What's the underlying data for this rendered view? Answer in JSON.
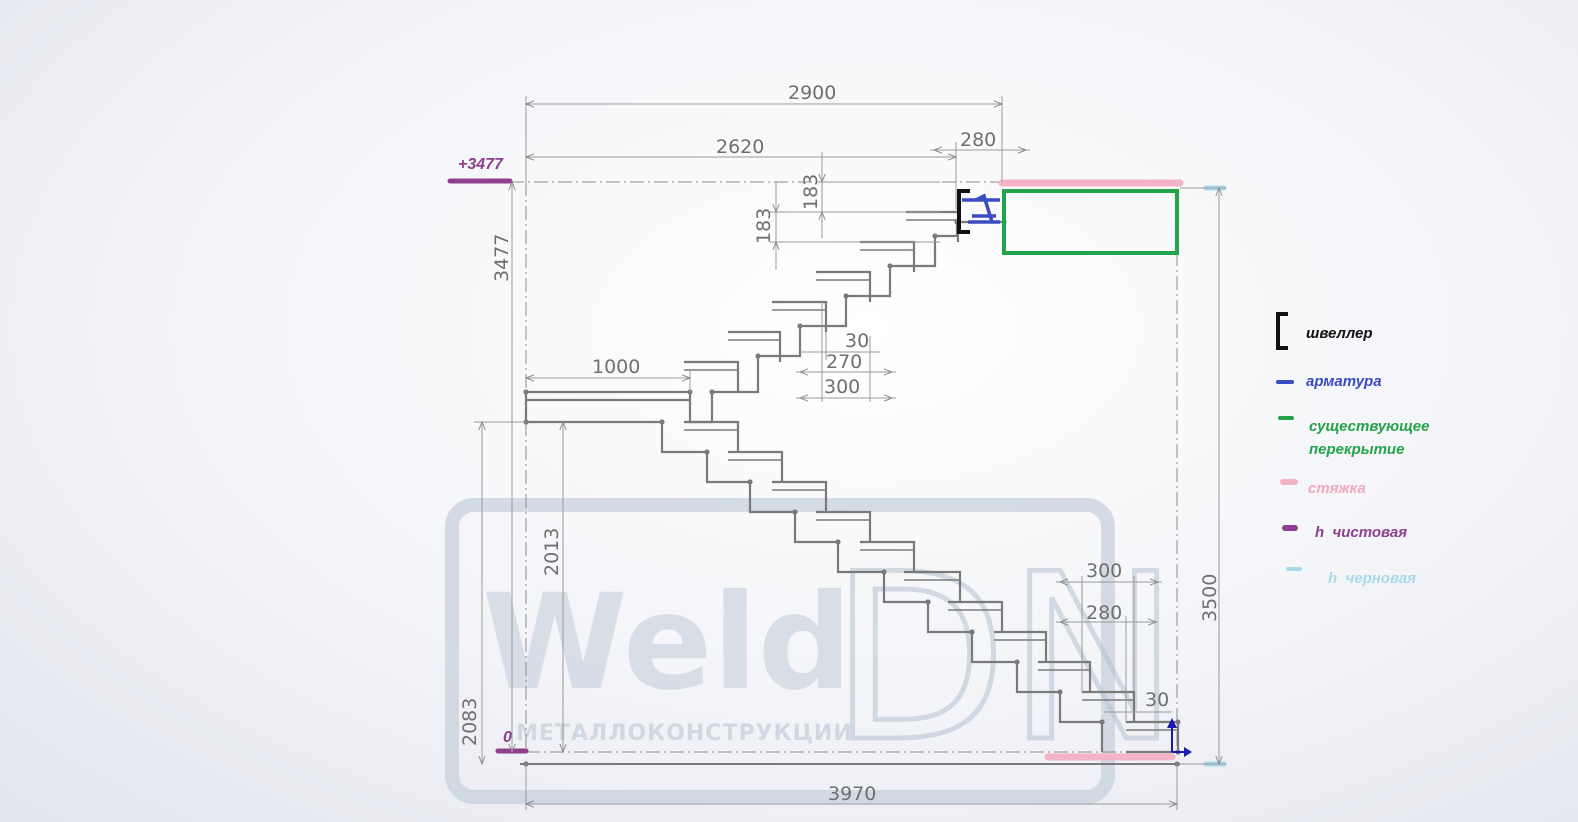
{
  "dimensions": {
    "top_total": "2900",
    "top_run": "2620",
    "top_landing": "280",
    "riser_a": "183",
    "riser_b": "183",
    "left_height": "3477",
    "landing_length": "1000",
    "tread_overlap_1": "30",
    "tread_depth_1": "270",
    "tread_step_1": "300",
    "lower_flight_height": "2013",
    "bottom_height": "2083",
    "tread_step_2": "300",
    "tread_depth_2": "280",
    "tread_overlap_2": "30",
    "right_height": "3500",
    "bottom_total": "3970"
  },
  "levels": {
    "top": "+3477",
    "bottom": "0"
  },
  "watermark": {
    "word": "Weld",
    "letters": "DN",
    "subtitle": "МЕТАЛЛОКОНСТРУКЦИИ"
  },
  "legend": {
    "channel": "швеллер",
    "rebar": "арматура",
    "slab_line1": "существующее",
    "slab_line2": "перекрытие",
    "screed": "стяжка",
    "finish_level": "h  чистовая",
    "rough_level": "h  черновая"
  },
  "colors": {
    "channel": "#111111",
    "rebar": "#3b4bc4",
    "slab": "#23a34a",
    "screed": "#f4b3c6",
    "finish_level": "#8e3f8e",
    "rough_level": "#a9d9e8",
    "stair_line": "#7a7a7a",
    "dim_line": "#9a9a9a"
  }
}
